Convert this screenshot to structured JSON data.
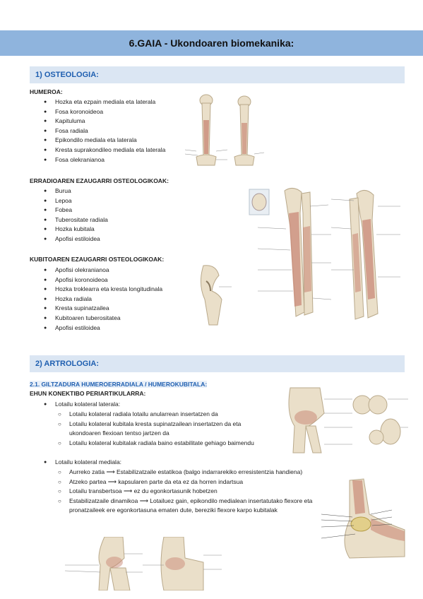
{
  "title": "6.GAIA - Ukondoaren biomekanika:",
  "sec1": {
    "label": "1) OSTEOLOGIA:",
    "humeroa": {
      "heading": "HUMEROA:",
      "items": [
        "Hozka eta ezpain mediala eta laterala",
        "Fosa koronoideoa",
        "Kapituluma",
        "Fosa radiala",
        "Epikondilo mediala eta laterala",
        "Kresta suprakondileo mediala eta laterala",
        "Fosa olekranianoa"
      ]
    },
    "erradioa": {
      "heading": "ERRADIOAREN EZAUGARRI OSTEOLOGIKOAK:",
      "items": [
        "Burua",
        "Lepoa",
        "Fobea",
        "Tuberositate radiala",
        "Hozka kubitala",
        "Apofisi estiloidea"
      ]
    },
    "kubitoa": {
      "heading": "KUBITOAREN EZAUGARRI OSTEOLOGIKOAK:",
      "items": [
        "Apofisi olekranianoa",
        "Apofisi koronoideoa",
        "Hozka troklearra eta kresta longitudinala",
        "Hozka radiala",
        "Kresta supinatzailea",
        "Kubitoaren tuberositatea",
        "Apofisi estiloidea"
      ]
    }
  },
  "sec2": {
    "label": "2) ARTROLOGIA:",
    "sub1": "2.1. GILTZADURA HUMEROERRADIALA / HUMEROKUBITALA:",
    "ehun": "EHUN KONEKTIBO PERIARTIKULARRA:",
    "lateral": {
      "label": "Lotailu kolateral laterala:",
      "items": [
        "Lotailu kolateral radiala lotailu anularrean insertatzen da",
        "Lotailu kolateral kubitala kresta supinatzailean insertatzen da eta ukondoaren flexioan tentso jartzen da",
        "Lotailu kolateral kubitalak radiala baino estabilitate gehiago baimendu"
      ]
    },
    "medial": {
      "label": "Lotailu kolateral mediala:",
      "items": [
        "Aurreko zatia ⟶ Estabilizatzaile estatikoa (balgo indarrarekiko erresistentzia handiena)",
        "Atzeko partea ⟶ kapsularen parte da eta ez da horren indartsua",
        "Lotailu transbertsoa ⟶ ez du egonkortasunik hobetzen",
        "Estabilizatzaile dinamikoa ⟶ Lotailuez gain, epikondilo medialean insertatutako flexore eta pronatzaileek ere egonkortasuna ematen dute, bereziki flexore karpo kubitalak"
      ]
    }
  },
  "colors": {
    "title_bar": "#8fb4dd",
    "section_bar": "#dbe6f3",
    "accent_blue": "#1f5fb0",
    "bone": "#eadfc9",
    "muscle": "#c98a78"
  }
}
